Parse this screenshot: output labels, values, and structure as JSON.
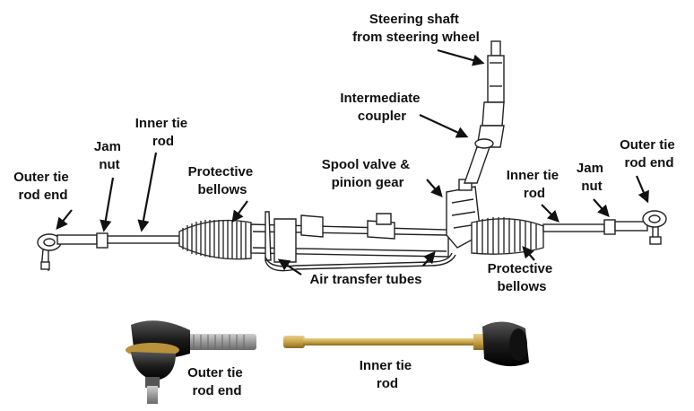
{
  "colors": {
    "ink": "#111111",
    "bellows": "#3a3a3a",
    "tube_line": "#222222",
    "tie_rod_gold": "#c9a44a",
    "rubber_black": "#1c1c1c",
    "thread_gray": "#9a9a9a",
    "metal_gray": "#7a7a7a"
  },
  "labels": {
    "steering_shaft": [
      "Steering shaft",
      "from steering wheel"
    ],
    "intermediate_coupler": [
      "Intermediate",
      "coupler"
    ],
    "spool_valve": [
      "Spool valve &",
      "pinion gear"
    ],
    "outer_tie_rod_left": [
      "Outer tie",
      "rod end"
    ],
    "jam_nut_left": [
      "Jam",
      "nut"
    ],
    "inner_tie_rod_left": [
      "Inner tie",
      "rod"
    ],
    "protective_bellows_left": [
      "Protective",
      "bellows"
    ],
    "inner_tie_rod_right": [
      "Inner tie",
      "rod"
    ],
    "jam_nut_right": [
      "Jam",
      "nut"
    ],
    "outer_tie_rod_right": [
      "Outer tie",
      "rod end"
    ],
    "air_transfer_tubes": [
      "Air transfer tubes"
    ],
    "protective_bellows_right": [
      "Protective",
      "bellows"
    ],
    "outer_tie_rod_photo": [
      "Outer tie",
      "rod end"
    ],
    "inner_tie_rod_photo": [
      "Inner tie",
      "rod"
    ]
  },
  "icons": [
    "arrow-icon"
  ]
}
